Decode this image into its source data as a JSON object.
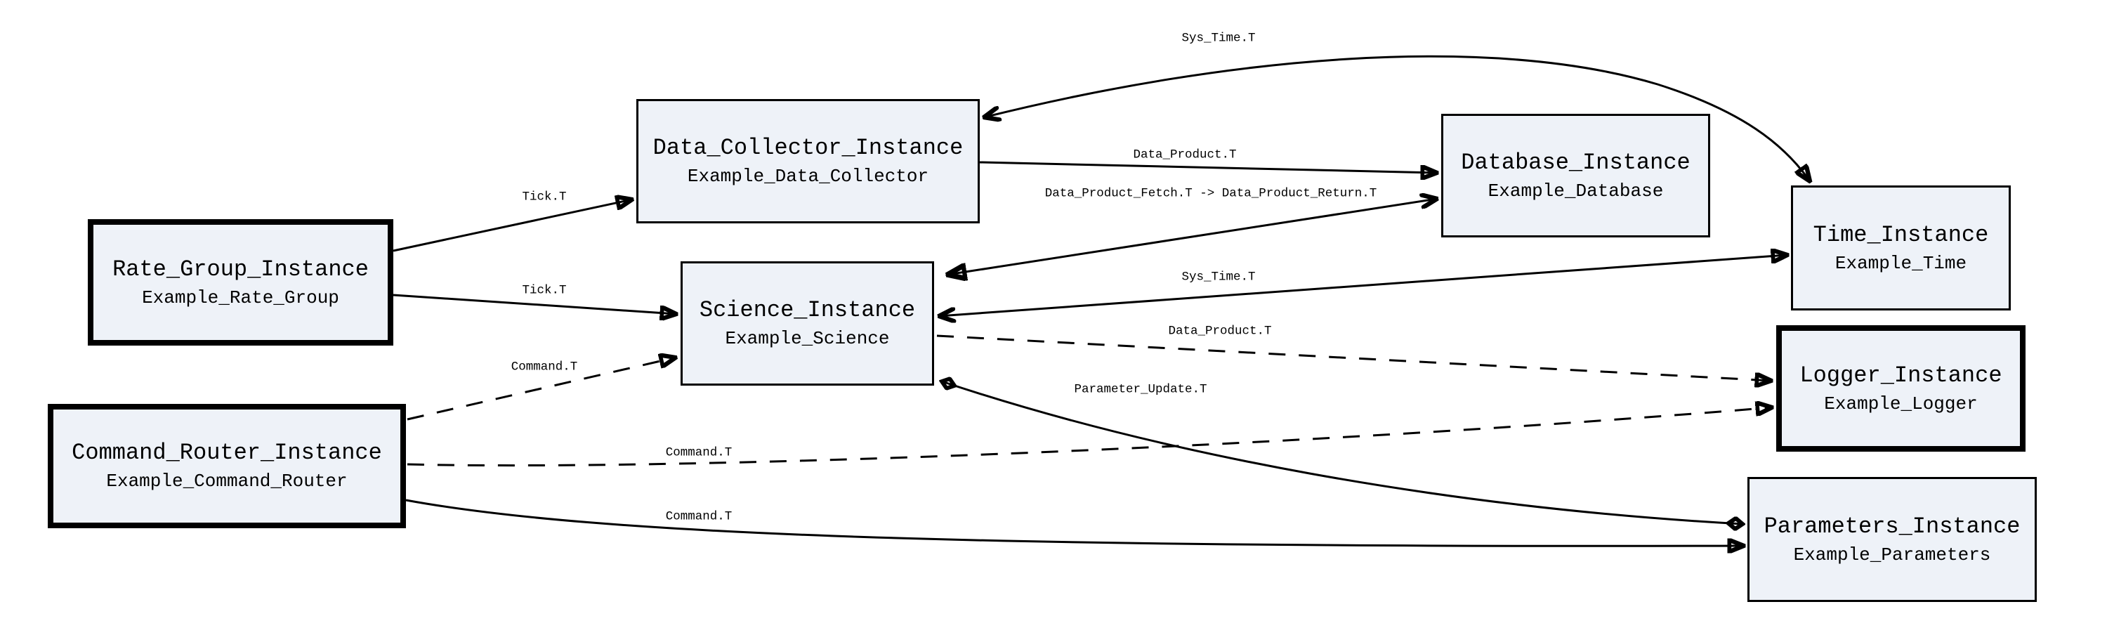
{
  "theme": {
    "background": "#ffffff",
    "node_fill": "#eef2f8",
    "line_color": "#000000",
    "text_color": "#000000"
  },
  "nodes": {
    "rate_group": {
      "title": "Rate_Group_Instance",
      "subtitle": "Example_Rate_Group"
    },
    "command_router": {
      "title": "Command_Router_Instance",
      "subtitle": "Example_Command_Router"
    },
    "data_collector": {
      "title": "Data_Collector_Instance",
      "subtitle": "Example_Data_Collector"
    },
    "science": {
      "title": "Science_Instance",
      "subtitle": "Example_Science"
    },
    "database": {
      "title": "Database_Instance",
      "subtitle": "Example_Database"
    },
    "time": {
      "title": "Time_Instance",
      "subtitle": "Example_Time"
    },
    "logger": {
      "title": "Logger_Instance",
      "subtitle": "Example_Logger"
    },
    "parameters": {
      "title": "Parameters_Instance",
      "subtitle": "Example_Parameters"
    }
  },
  "edges": [
    {
      "id": "tick-to-data-collector",
      "label": "Tick.T",
      "style": "solid"
    },
    {
      "id": "tick-to-science",
      "label": "Tick.T",
      "style": "solid"
    },
    {
      "id": "command-to-science",
      "label": "Command.T",
      "style": "dashed"
    },
    {
      "id": "command-to-logger",
      "label": "Command.T",
      "style": "dashed"
    },
    {
      "id": "command-to-parameters",
      "label": "Command.T",
      "style": "solid"
    },
    {
      "id": "data-product-to-database",
      "label": "Data_Product.T",
      "style": "solid"
    },
    {
      "id": "data-product-fetch-return",
      "label": "Data_Product_Fetch.T -> Data_Product_Return.T",
      "style": "solid"
    },
    {
      "id": "sys-time-to-data-collector",
      "label": "Sys_Time.T",
      "style": "solid"
    },
    {
      "id": "sys-time-to-science",
      "label": "Sys_Time.T",
      "style": "solid"
    },
    {
      "id": "data-product-to-logger",
      "label": "Data_Product.T",
      "style": "dashed"
    },
    {
      "id": "parameter-update",
      "label": "Parameter_Update.T",
      "style": "solid"
    }
  ]
}
